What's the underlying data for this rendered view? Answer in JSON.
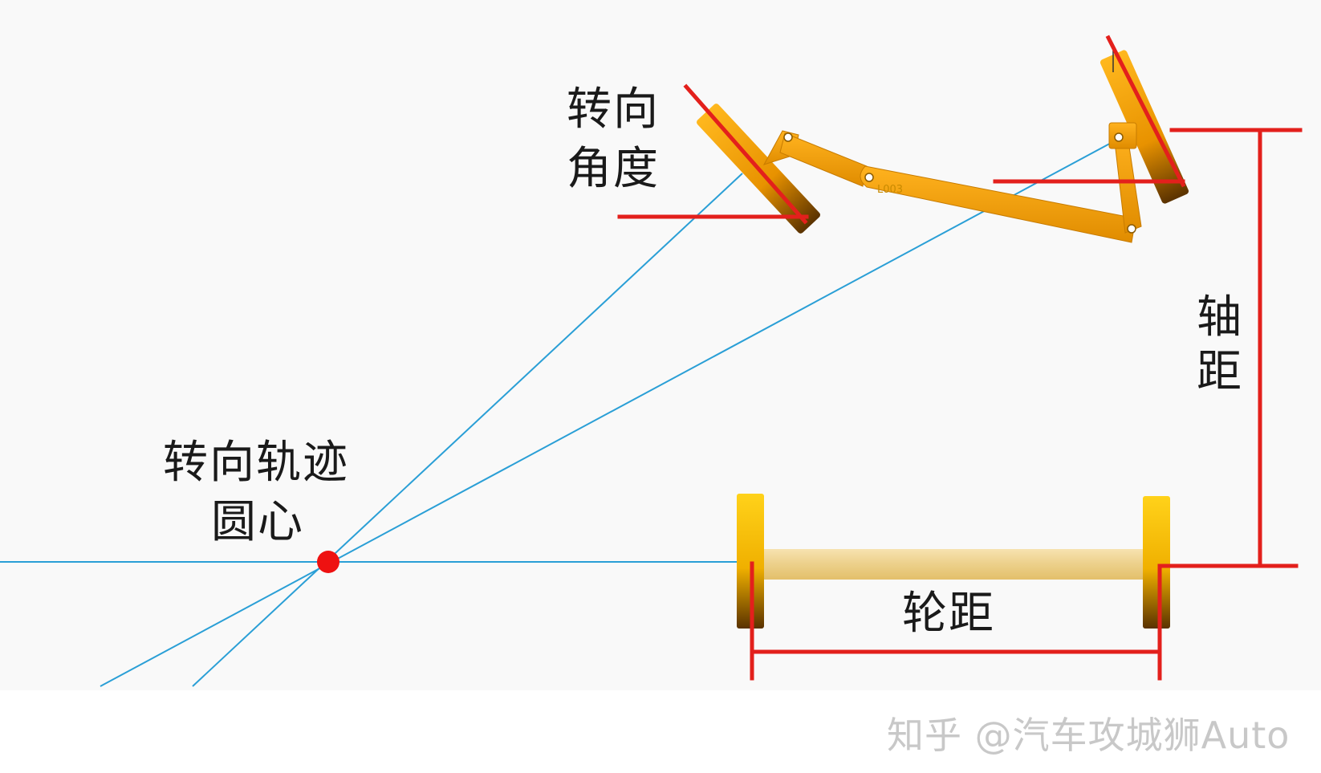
{
  "labels": {
    "steering_angle_line1": "转向",
    "steering_angle_line2": "角度",
    "turning_center_line1": "转向轨迹",
    "turning_center_line2": "圆心",
    "wheelbase": "轴距",
    "track_width": "轮距",
    "part_tag": "L003"
  },
  "watermark": "知乎 @汽车攻城狮Auto",
  "colors": {
    "dimension_line": "#e3201c",
    "construction_line": "#2a9fd6",
    "center_point": "#ee1111",
    "linkage": "#f5a000",
    "wheel": "#f6c300",
    "axle": "#edd494",
    "text": "#1a1a1a",
    "watermark": "#c8c8c8"
  }
}
